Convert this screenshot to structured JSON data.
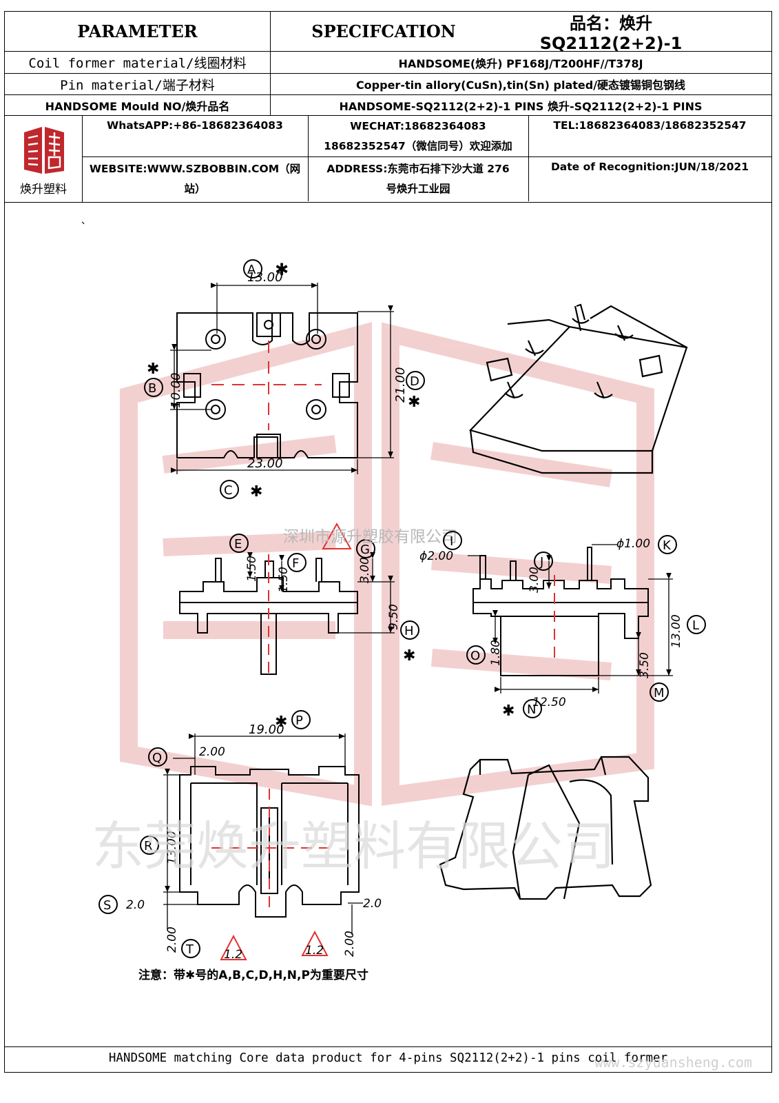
{
  "header": {
    "parameter": "PARAMETER",
    "specification": "SPECIFCATION",
    "product_name": "品名：焕升 SQ2112(2+2)-1"
  },
  "spec_rows": [
    {
      "label": "Coil former material/线圈材料",
      "value": "HANDSOME(焕升)   PF168J/T200HF//T378J"
    },
    {
      "label": "Pin material/端子材料",
      "value": "Copper-tin allory(CuSn),tin(Sn) plated/硬态镀锡铜包钢线"
    },
    {
      "label": "HANDSOME Mould NO/焕升品名",
      "value": "HANDSOME-SQ2112(2+2)-1 PINS    焕升-SQ2112(2+2)-1 PINS"
    }
  ],
  "company": {
    "logo_caption": "焕升塑料",
    "whatsapp": "WhatsAPP:+86-18682364083",
    "wechat_line1": "WECHAT:18682364083",
    "wechat_line2": "18682352547（微信同号）欢迎添加",
    "tel": "TEL:18682364083/18682352547",
    "website_line1": "WEBSITE:WWW.SZBOBBIN.COM（网",
    "website_line2": "站）",
    "address_line1": "ADDRESS:东莞市石排下沙大道 276",
    "address_line2": "号焕升工业园",
    "date": "Date of Recognition:JUN/18/2021"
  },
  "drawing": {
    "stray_mark": "`",
    "watermark_top": "深圳市源升塑胶有限公司",
    "watermark_bottom": "东莞焕升塑料有限公司",
    "dim_13_00_top": "13.00",
    "dim_21_00": "21.00",
    "dim_10_00": "10.00",
    "dim_23_00": "23.00",
    "dim_1_50_e": "1.50",
    "dim_1_50_f": "1.50",
    "dim_3_00_g": "3.00",
    "dim_9_50": "9.50",
    "dim_phi2": "ϕ2.00",
    "dim_phi1": "ϕ1.00",
    "dim_3_00_j": "3.00",
    "dim_1_80": "1.80",
    "dim_13_00_l": "13.00",
    "dim_3_50": "3.50",
    "dim_12_50": "12.50",
    "dim_19_00": "19.00",
    "dim_2_00_q": "2.00",
    "dim_13_00_r": "13.00",
    "dim_2_0_s": "2.0",
    "dim_2_0_right": "2.0",
    "dim_2_00_t": "2.00",
    "dim_2_00_right": "2.00",
    "tri_left": "1.2",
    "tri_right": "1.2",
    "labels": {
      "A": "A",
      "B": "B",
      "C": "C",
      "D": "D",
      "E": "E",
      "F": "F",
      "G": "G",
      "H": "H",
      "I": "I",
      "J": "J",
      "K": "K",
      "L": "L",
      "M": "M",
      "N": "N",
      "O": "O",
      "P": "P",
      "Q": "Q",
      "R": "R",
      "S": "S",
      "T": "T"
    },
    "note": "注意：带✱号的A,B,C,D,H,N,P为重要尺寸"
  },
  "footer": {
    "text": "HANDSOME matching Core data  product for 4-pins SQ2112(2+2)-1 pins coil former",
    "watermark_url": "www.szyuansheng.com"
  },
  "colors": {
    "line": "#000000",
    "center_line": "#e23030",
    "watermark_red": "#f2c9c9",
    "logo_red": "#c0282d"
  }
}
